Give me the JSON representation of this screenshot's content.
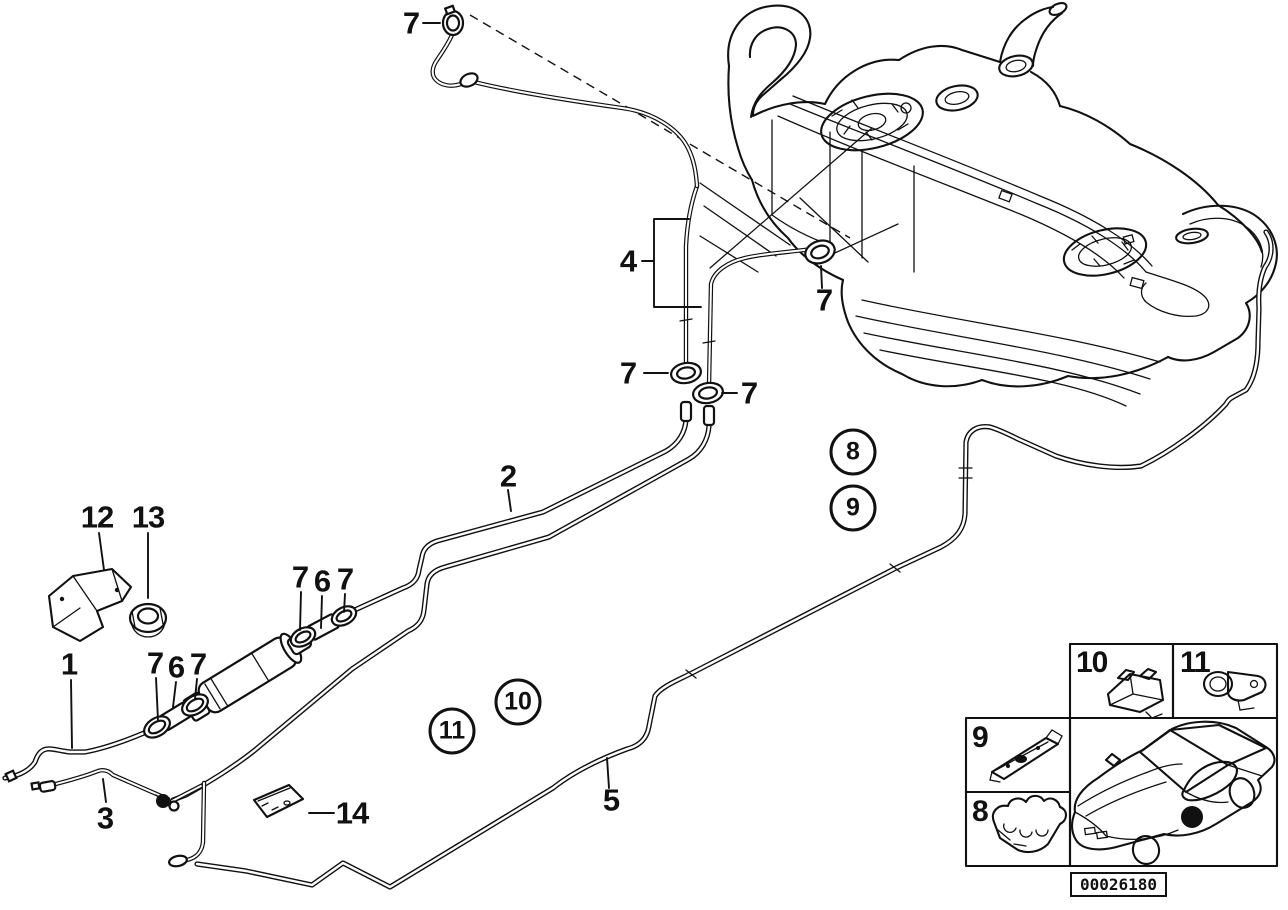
{
  "diagram": {
    "kind": "fuel-pipe-parts-diagram",
    "ink_color": "#111111",
    "background_color": "#ffffff"
  },
  "callouts": [
    {
      "label": "7",
      "shape": "plain",
      "ref": "top-hose-clamp"
    },
    {
      "label": "4",
      "shape": "plain",
      "ref": "tank-tubes-bracket"
    },
    {
      "label": "7",
      "shape": "plain",
      "ref": "right-tube-clamp"
    },
    {
      "label": "7",
      "shape": "plain",
      "ref": "left-tube-clamp"
    },
    {
      "label": "7",
      "shape": "plain",
      "ref": "mid-tube-clamp"
    },
    {
      "label": "2",
      "shape": "plain",
      "ref": "upper-fuel-pipe"
    },
    {
      "label": "8",
      "shape": "circled",
      "ref": "clip-part"
    },
    {
      "label": "9",
      "shape": "circled",
      "ref": "bracket-part"
    },
    {
      "label": "12",
      "shape": "plain",
      "ref": "heat-shield"
    },
    {
      "label": "13",
      "shape": "plain",
      "ref": "nut"
    },
    {
      "label": "7",
      "shape": "plain",
      "ref": "filter-clamp-a"
    },
    {
      "label": "6",
      "shape": "plain",
      "ref": "filter-hose-a"
    },
    {
      "label": "7",
      "shape": "plain",
      "ref": "filter-clamp-b"
    },
    {
      "label": "1",
      "shape": "plain",
      "ref": "feed-pipe"
    },
    {
      "label": "7",
      "shape": "plain",
      "ref": "filter-clamp-c"
    },
    {
      "label": "6",
      "shape": "plain",
      "ref": "filter-hose-b"
    },
    {
      "label": "7",
      "shape": "plain",
      "ref": "filter-clamp-d"
    },
    {
      "label": "11",
      "shape": "circled",
      "ref": "holder-part"
    },
    {
      "label": "10",
      "shape": "circled",
      "ref": "holder-part"
    },
    {
      "label": "3",
      "shape": "plain",
      "ref": "vent-pipe"
    },
    {
      "label": "14",
      "shape": "plain",
      "ref": "small-bracket"
    },
    {
      "label": "5",
      "shape": "plain",
      "ref": "return-pipe"
    }
  ],
  "legend": {
    "items": [
      {
        "number": "10"
      },
      {
        "number": "11"
      },
      {
        "number": "9"
      },
      {
        "number": "8"
      }
    ],
    "code": "00026180"
  }
}
